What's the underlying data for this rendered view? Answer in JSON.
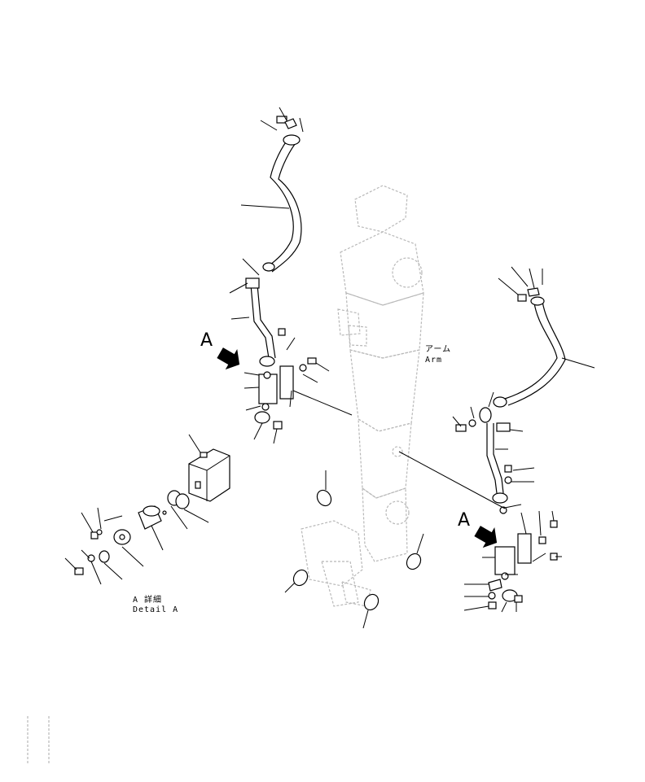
{
  "labels": {
    "view_a_left": "A",
    "view_a_right": "A",
    "arm_jp": "アーム",
    "arm_en": "Arm",
    "detail_jp": "A 詳細",
    "detail_en": "Detail A"
  },
  "colors": {
    "line": "#000000",
    "ghost_outline": "#b8b8b8",
    "background": "#ffffff"
  },
  "icons": {
    "view_arrow": "view-direction-arrow-icon"
  }
}
